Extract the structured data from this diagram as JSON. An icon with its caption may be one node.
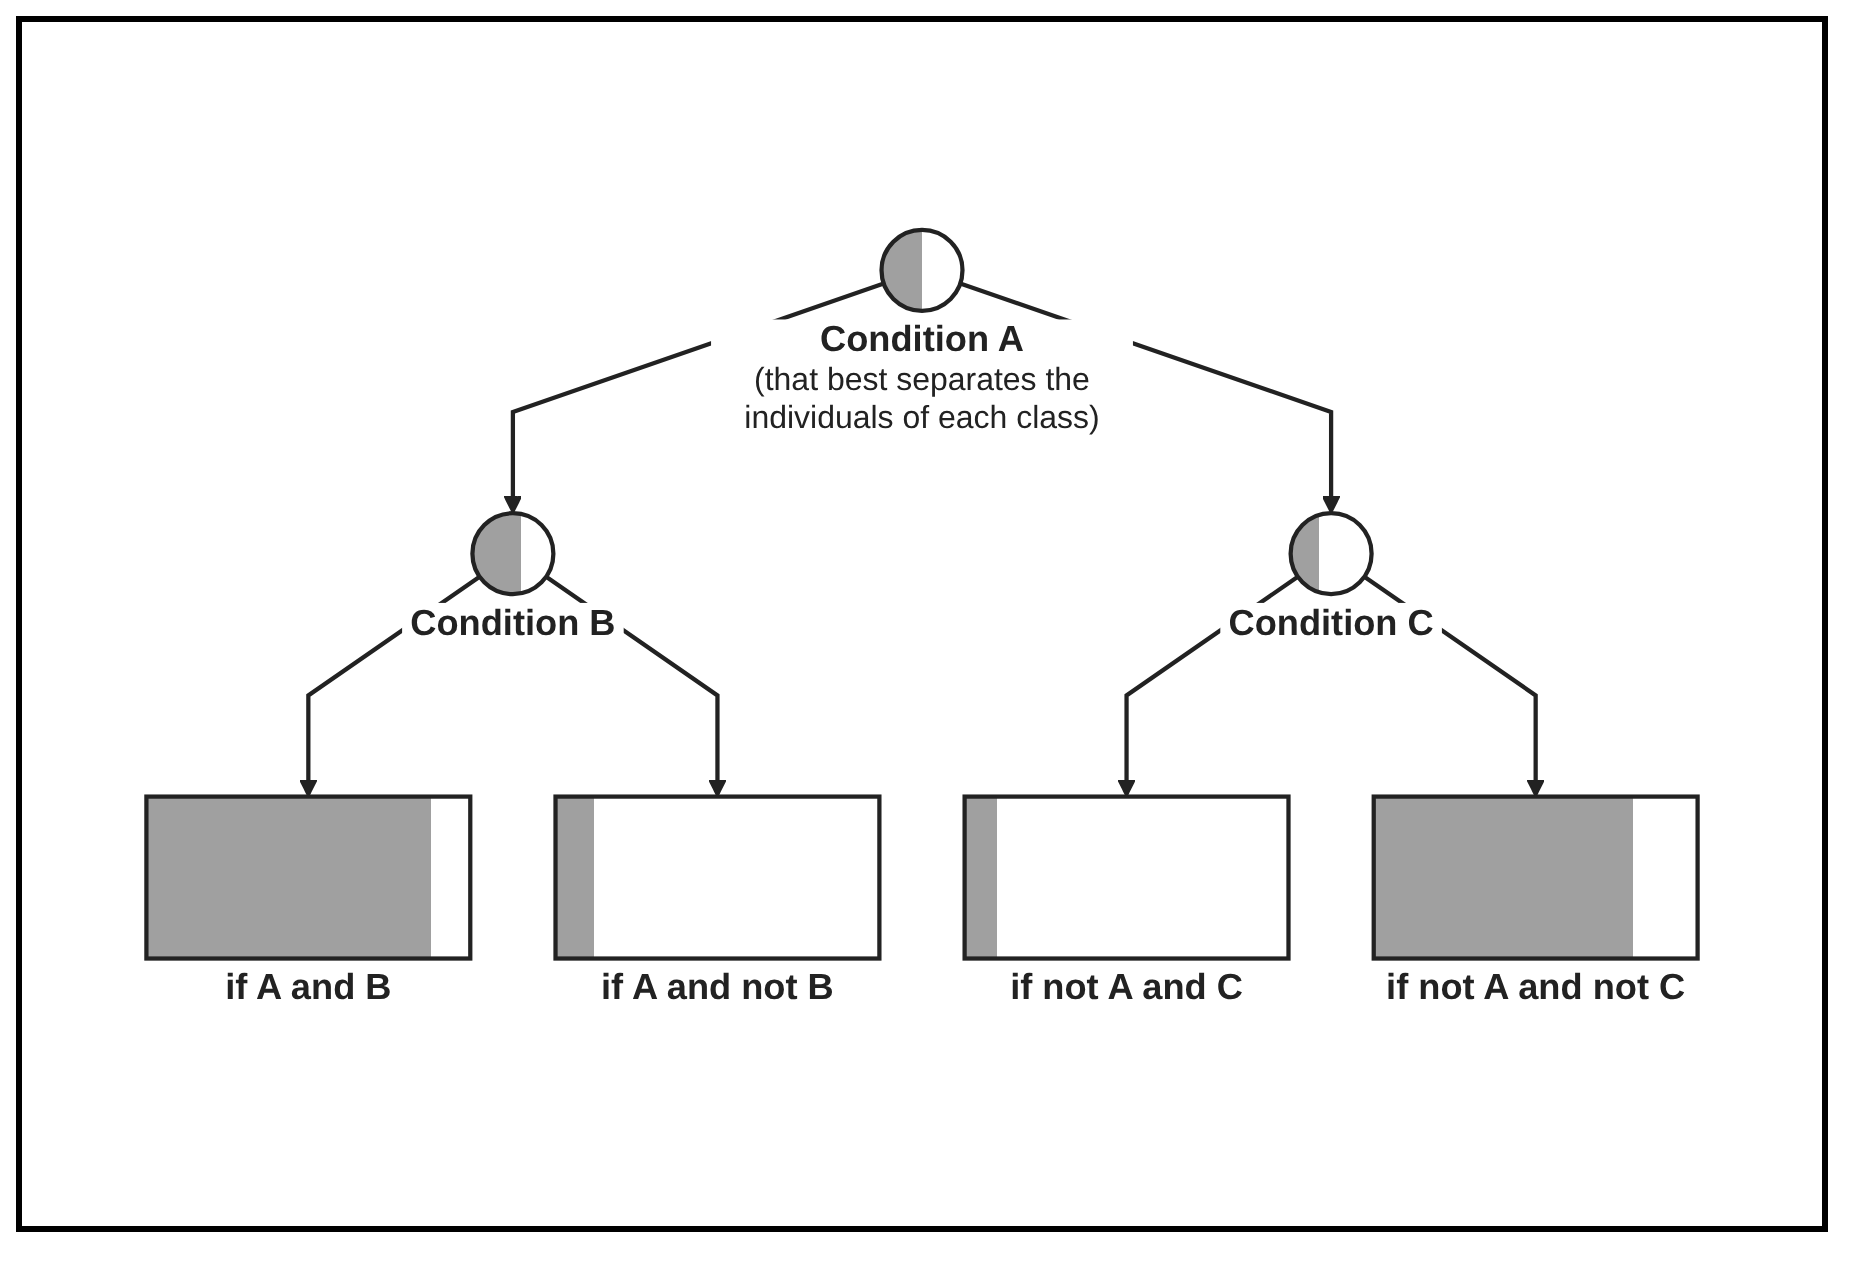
{
  "diagram": {
    "nodes": [
      {
        "text": [],
        "shape": "circle",
        "beside": [
          "Condition A",
          "(that best separates the individuals of each class)"
        ]
      },
      {
        "text": [],
        "shape": "circle",
        "beside": [
          "Condition B"
        ]
      },
      {
        "text": [],
        "shape": "circle",
        "beside": [
          "Condition C"
        ]
      },
      {
        "text": [],
        "shape": "box",
        "beside": [
          "if A and B"
        ]
      },
      {
        "text": [],
        "shape": "box",
        "beside": [
          "if A and not B"
        ]
      },
      {
        "text": [],
        "shape": "box",
        "beside": [
          "if not A and C"
        ]
      },
      {
        "text": [],
        "shape": "box",
        "beside": [
          "if not A and not C"
        ]
      }
    ],
    "edges": [
      {
        "from": 0,
        "to": 1,
        "arrow": "to"
      },
      {
        "from": 0,
        "to": 2,
        "arrow": "to"
      },
      {
        "from": 1,
        "to": 3,
        "arrow": "to"
      },
      {
        "from": 1,
        "to": 4,
        "arrow": "to"
      },
      {
        "from": 2,
        "to": 5,
        "arrow": "to"
      },
      {
        "from": 2,
        "to": 6,
        "arrow": "to"
      }
    ]
  }
}
